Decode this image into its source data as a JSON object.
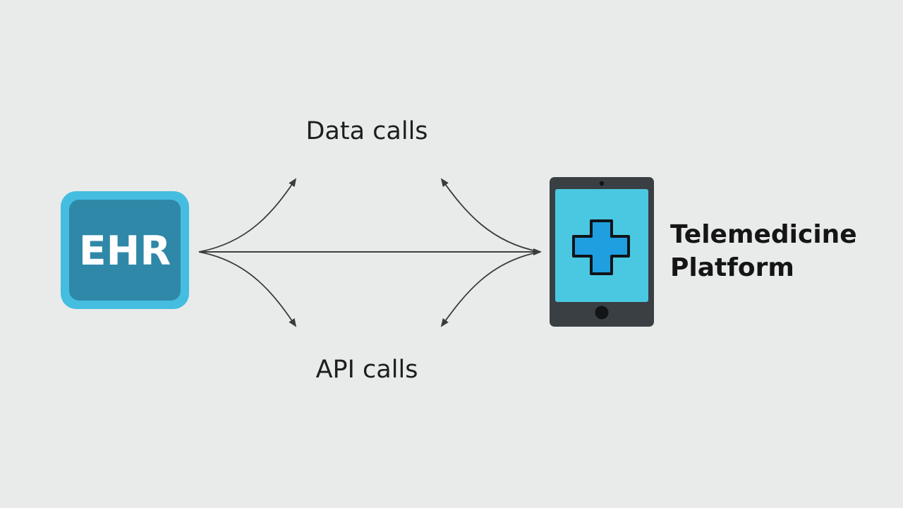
{
  "nodes": {
    "ehr": {
      "label": "EHR",
      "outer_color": "#44bde0",
      "inner_color": "#2f88a8",
      "icon": "ehr-box"
    },
    "platform": {
      "label_line1": "Telemedicine",
      "label_line2": "Platform",
      "icon": "tablet-medical-cross-icon",
      "tablet_color": "#3a3f44",
      "screen_color": "#4ac8e2",
      "cross_color": "#1f9fe0"
    }
  },
  "flows": {
    "top_label": "Data calls",
    "bottom_label": "API calls",
    "arrow_color": "#3b3b3b"
  }
}
